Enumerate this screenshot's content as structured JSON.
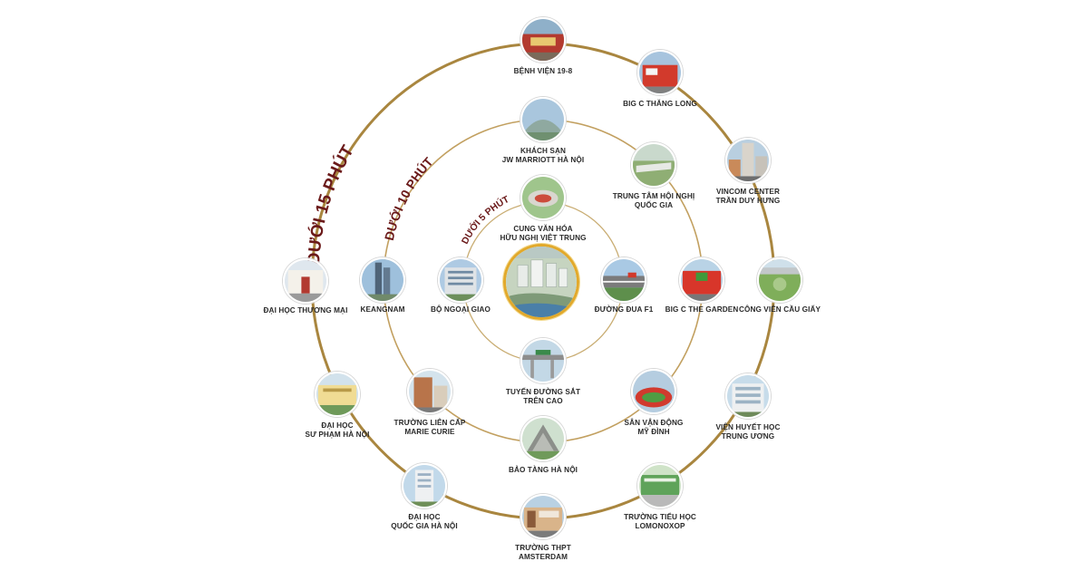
{
  "rings": [
    {
      "id": "inner",
      "label": "DƯỚI 5 PHÚT"
    },
    {
      "id": "middle",
      "label": "DƯỚI 10 PHÚT"
    },
    {
      "id": "outer",
      "label": "DƯỚI 15 PHÚT"
    }
  ],
  "places": {
    "benh_vien_19_8": [
      "BỆNH VIỆN 19-8"
    ],
    "big_c_thang_long": [
      "BIG C THĂNG LONG"
    ],
    "vincom_center": [
      "VINCOM CENTER",
      "TRẦN DUY HƯNG"
    ],
    "cong_vien_cau_giay": [
      "CÔNG VIÊN CẦU GIẤY"
    ],
    "vien_huyet_hoc": [
      "VIỆN HUYẾT HỌC",
      "TRUNG ƯƠNG"
    ],
    "truong_tieu_hoc_lomonoxop": [
      "TRƯỜNG TIỂU HỌC",
      "LOMONOXOP"
    ],
    "truong_thpt_amsterdam": [
      "TRƯỜNG THPT",
      "AMSTERDAM"
    ],
    "dai_hoc_quoc_gia": [
      "ĐẠI HỌC",
      "QUỐC GIA HÀ NỘI"
    ],
    "dai_hoc_su_pham": [
      "ĐẠI HỌC",
      "SƯ PHẠM HÀ NỘI"
    ],
    "dai_hoc_thuong_mai": [
      "ĐẠI HỌC THƯƠNG MẠI"
    ],
    "khach_san_marriott": [
      "KHÁCH SẠN",
      "JW MARRIOTT HÀ NỘI"
    ],
    "trung_tam_hoi_nghi": [
      "TRUNG TÂM HỘI NGHỊ",
      "QUỐC GIA"
    ],
    "big_c_the_garden": [
      "BIG C THE GARDEN"
    ],
    "san_van_dong_my_dinh": [
      "SÂN VẬN ĐỘNG",
      "MỸ ĐÌNH"
    ],
    "bao_tang_ha_noi": [
      "BẢO TÀNG HÀ NỘI"
    ],
    "truong_lien_cap_marie_curie": [
      "TRƯỜNG LIÊN CẤP",
      "MARIE CURIE"
    ],
    "keangnam": [
      "KEANGNAM"
    ],
    "cung_van_hoa": [
      "CUNG VĂN HÓA",
      "HỮU NGHỊ VIỆT TRUNG"
    ],
    "duong_dua_f1": [
      "ĐƯỜNG ĐUA F1"
    ],
    "tuyen_duong_sat": [
      "TUYẾN ĐƯỜNG SẮT",
      "TRÊN CAO"
    ],
    "bo_ngoai_giao": [
      "BỘ NGOẠI GIAO"
    ]
  },
  "colors": {
    "outer_ring": "#a9863f",
    "middle_ring": "#c2a060",
    "inner_ring": "#c9ad73",
    "ring_title": "#6b1a1a",
    "center_border": "#e2a92b"
  }
}
